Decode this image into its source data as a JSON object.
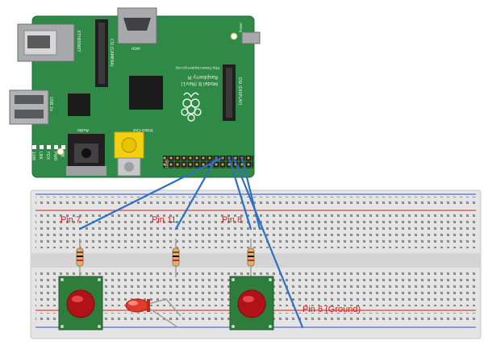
{
  "colors": {
    "pcb": "#2e8a46",
    "pcb_dark": "#1f6b34",
    "breadboard": "#e6e6e6",
    "wire": "#2f6fc2",
    "label": "#d42020",
    "button_base": "#2f7d3c",
    "button_cap": "#c8141a",
    "led": "#e03a2a"
  },
  "board": {
    "ethernet_label": "ETHERNET",
    "usb_label": "USB 2x",
    "camera_label": "CSI (CAMERA)",
    "hdmi_label": "HDMI",
    "power_label": "Power",
    "display_label": "DSI (DISPLAY)",
    "url_label": "http://www.raspberrypi.org",
    "title_line1": "Raspberry Pi",
    "title_line2": "Model B (Rev1)",
    "audio_label": "Audio",
    "video_label": "Video-Out",
    "gpio_label": "GPIO",
    "leds": [
      "OK",
      "PWR",
      "FDX",
      "LNK",
      "10M"
    ]
  },
  "labels": {
    "pin7": "Pin 7",
    "pin11": "Pin 11",
    "pin8": "Pin 8",
    "pin6": "Pin 6 (Ground)"
  },
  "icons": {
    "button1": "push-button-icon",
    "button2": "push-button-icon",
    "led": "red-led-icon",
    "resistor": "resistor-icon"
  }
}
